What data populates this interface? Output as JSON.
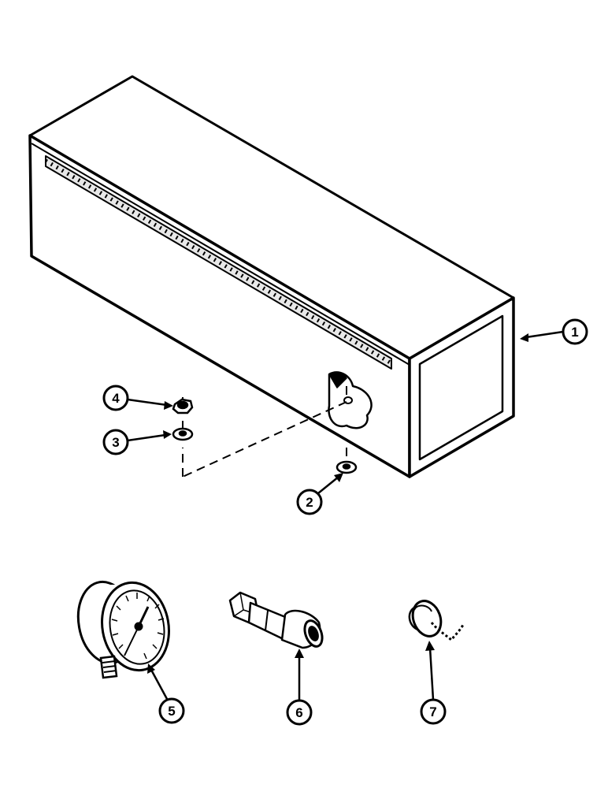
{
  "callouts": {
    "c1": "1",
    "c2": "2",
    "c3": "3",
    "c4": "4",
    "c5": "5",
    "c6": "6",
    "c7": "7"
  },
  "colors": {
    "ink": "#000000",
    "paper": "#ffffff",
    "shade": "#d9d9d9",
    "dark": "#4a4a4a"
  }
}
